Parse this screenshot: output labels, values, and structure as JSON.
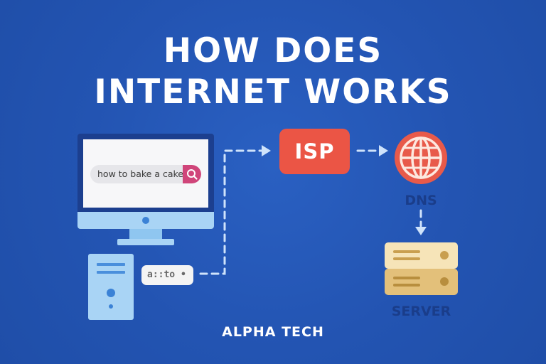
{
  "title": {
    "line1": "HOW DOES",
    "line2": "INTERNET WORKS"
  },
  "computer": {
    "search_query": "how to bake a cake",
    "search_icon": "magnifier-icon"
  },
  "ip_address": "a::to •",
  "isp": {
    "label": "ISP"
  },
  "dns": {
    "label": "DNS",
    "icon": "globe-icon"
  },
  "server": {
    "label": "SERVER"
  },
  "brand": "ALPHA TECH",
  "colors": {
    "background": "#2356b5",
    "isp": "#eb5545",
    "globe": "#e85a4a",
    "search_button": "#d0457a",
    "device_light": "#a9d4f5",
    "server_light": "#f6e4b8",
    "server_dark": "#e3c07a",
    "label_dark": "#1a3d8a",
    "connector": "#cfe3fb"
  }
}
